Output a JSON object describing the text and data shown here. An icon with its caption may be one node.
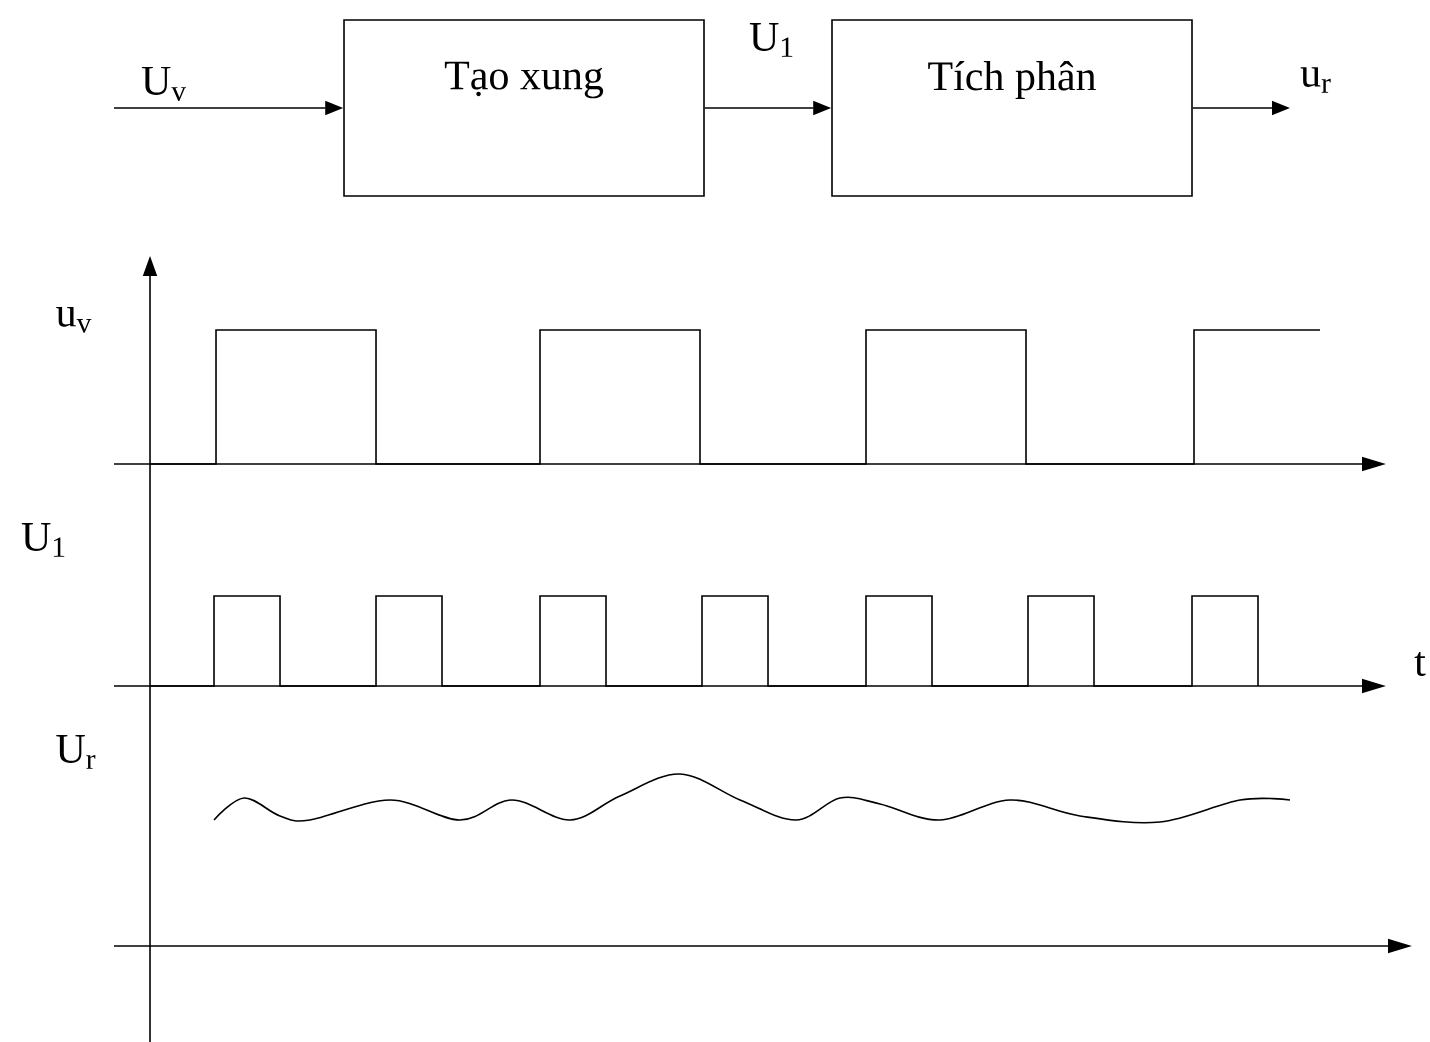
{
  "diagram": {
    "nodes": [
      {
        "text": [
          "Tạo xung"
        ]
      },
      {
        "text": [
          "Tích phân"
        ]
      }
    ],
    "edges": [
      {
        "from": null,
        "to": 0,
        "arrow": "to",
        "label": "U$_{v}$"
      },
      {
        "from": 0,
        "to": 1,
        "arrow": "to",
        "label": "U$_{1}$"
      },
      {
        "from": 1,
        "to": null,
        "arrow": "to",
        "label": "u$_{r}$"
      }
    ],
    "labels": [
      "u$_{v}$",
      "U$_{1}$",
      "t",
      "U$_{r}$"
    ]
  }
}
